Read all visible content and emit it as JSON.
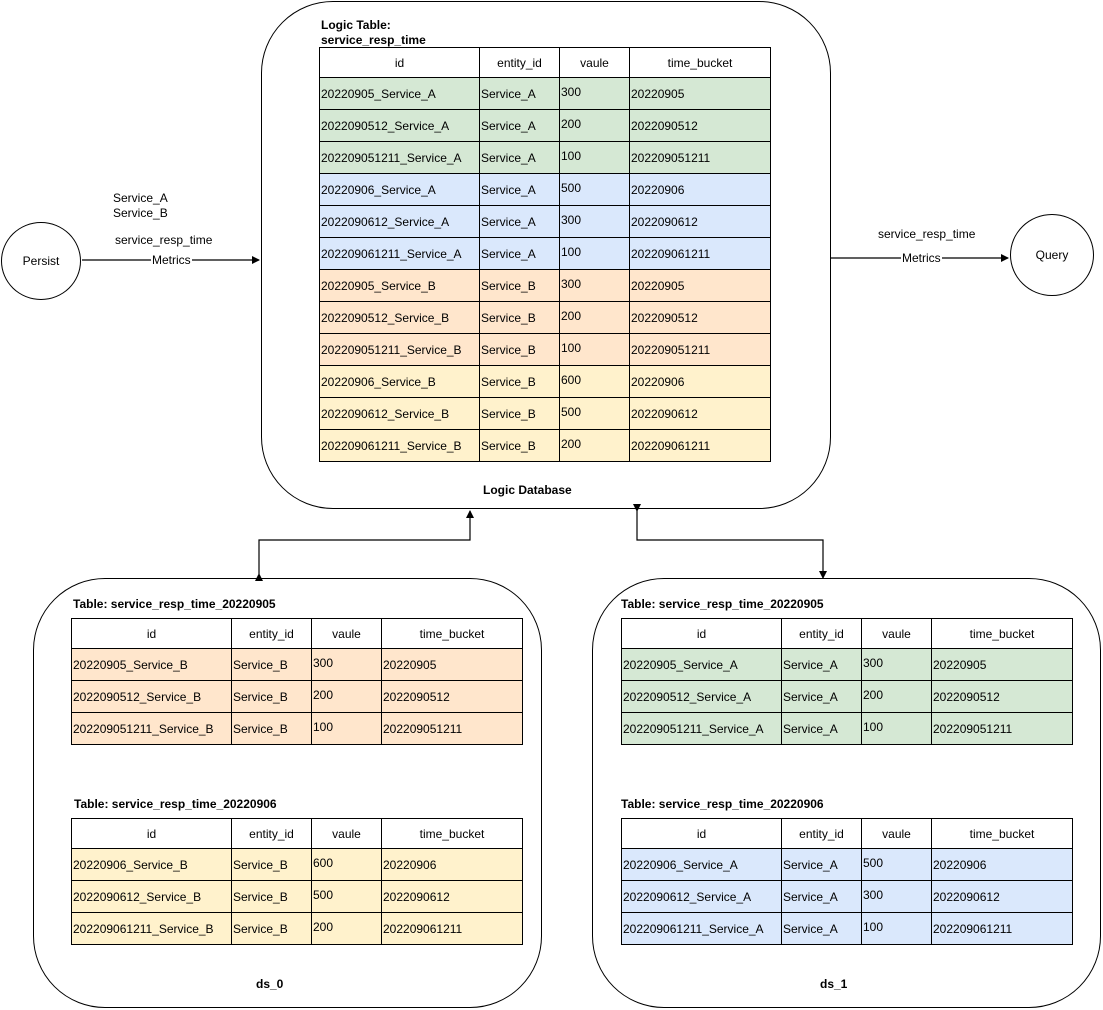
{
  "colors": {
    "green": "#d5e8d4",
    "blue": "#dae8fc",
    "orange": "#ffe6cc",
    "yellow": "#fff2cc",
    "line": "#000000"
  },
  "nodes": {
    "persist": "Persist",
    "query": "Query"
  },
  "edges": {
    "in_services": [
      "Service_A",
      "Service_B"
    ],
    "in_table": "service_resp_time",
    "in_label": "Metrics",
    "out_table": "service_resp_time",
    "out_label": "Metrics"
  },
  "logic_db": {
    "label": "Logic Database",
    "table_title_line1": "Logic Table:",
    "table_title_line2": "service_resp_time",
    "columns": [
      "id",
      "entity_id",
      "vaule",
      "time_bucket"
    ],
    "rows": [
      {
        "id": "20220905_Service_A",
        "entity_id": "Service_A",
        "value": "300",
        "time_bucket": "20220905",
        "color": "green"
      },
      {
        "id": "2022090512_Service_A",
        "entity_id": "Service_A",
        "value": "200",
        "time_bucket": "2022090512",
        "color": "green"
      },
      {
        "id": "202209051211_Service_A",
        "entity_id": "Service_A",
        "value": "100",
        "time_bucket": "202209051211",
        "color": "green"
      },
      {
        "id": "20220906_Service_A",
        "entity_id": "Service_A",
        "value": "500",
        "time_bucket": "20220906",
        "color": "blue"
      },
      {
        "id": "2022090612_Service_A",
        "entity_id": "Service_A",
        "value": "300",
        "time_bucket": "2022090612",
        "color": "blue"
      },
      {
        "id": "202209061211_Service_A",
        "entity_id": "Service_A",
        "value": "100",
        "time_bucket": "202209061211",
        "color": "blue"
      },
      {
        "id": "20220905_Service_B",
        "entity_id": "Service_B",
        "value": "300",
        "time_bucket": "20220905",
        "color": "orange"
      },
      {
        "id": "2022090512_Service_B",
        "entity_id": "Service_B",
        "value": "200",
        "time_bucket": "2022090512",
        "color": "orange"
      },
      {
        "id": "202209051211_Service_B",
        "entity_id": "Service_B",
        "value": "100",
        "time_bucket": "202209051211",
        "color": "orange"
      },
      {
        "id": "20220906_Service_B",
        "entity_id": "Service_B",
        "value": "600",
        "time_bucket": "20220906",
        "color": "yellow"
      },
      {
        "id": "2022090612_Service_B",
        "entity_id": "Service_B",
        "value": "500",
        "time_bucket": "2022090612",
        "color": "yellow"
      },
      {
        "id": "202209061211_Service_B",
        "entity_id": "Service_B",
        "value": "200",
        "time_bucket": "202209061211",
        "color": "yellow"
      }
    ]
  },
  "ds0": {
    "label": "ds_0",
    "table1_title": "Table: service_resp_time_20220905",
    "table2_title": "Table: service_resp_time_20220906",
    "columns": [
      "id",
      "entity_id",
      "vaule",
      "time_bucket"
    ],
    "table1_rows": [
      {
        "id": "20220905_Service_B",
        "entity_id": "Service_B",
        "value": "300",
        "time_bucket": "20220905",
        "color": "orange"
      },
      {
        "id": "2022090512_Service_B",
        "entity_id": "Service_B",
        "value": "200",
        "time_bucket": "2022090512",
        "color": "orange"
      },
      {
        "id": "202209051211_Service_B",
        "entity_id": "Service_B",
        "value": "100",
        "time_bucket": "202209051211",
        "color": "orange"
      }
    ],
    "table2_rows": [
      {
        "id": "20220906_Service_B",
        "entity_id": "Service_B",
        "value": "600",
        "time_bucket": "20220906",
        "color": "yellow"
      },
      {
        "id": "2022090612_Service_B",
        "entity_id": "Service_B",
        "value": "500",
        "time_bucket": "2022090612",
        "color": "yellow"
      },
      {
        "id": "202209061211_Service_B",
        "entity_id": "Service_B",
        "value": "200",
        "time_bucket": "202209061211",
        "color": "yellow"
      }
    ]
  },
  "ds1": {
    "label": "ds_1",
    "table1_title": "Table: service_resp_time_20220905",
    "table2_title": "Table: service_resp_time_20220906",
    "columns": [
      "id",
      "entity_id",
      "vaule",
      "time_bucket"
    ],
    "table1_rows": [
      {
        "id": "20220905_Service_A",
        "entity_id": "Service_A",
        "value": "300",
        "time_bucket": "20220905",
        "color": "green"
      },
      {
        "id": "2022090512_Service_A",
        "entity_id": "Service_A",
        "value": "200",
        "time_bucket": "2022090512",
        "color": "green"
      },
      {
        "id": "202209051211_Service_A",
        "entity_id": "Service_A",
        "value": "100",
        "time_bucket": "202209051211",
        "color": "green"
      }
    ],
    "table2_rows": [
      {
        "id": "20220906_Service_A",
        "entity_id": "Service_A",
        "value": "500",
        "time_bucket": "20220906",
        "color": "blue"
      },
      {
        "id": "2022090612_Service_A",
        "entity_id": "Service_A",
        "value": "300",
        "time_bucket": "2022090612",
        "color": "blue"
      },
      {
        "id": "202209061211_Service_A",
        "entity_id": "Service_A",
        "value": "100",
        "time_bucket": "202209061211",
        "color": "blue"
      }
    ]
  }
}
